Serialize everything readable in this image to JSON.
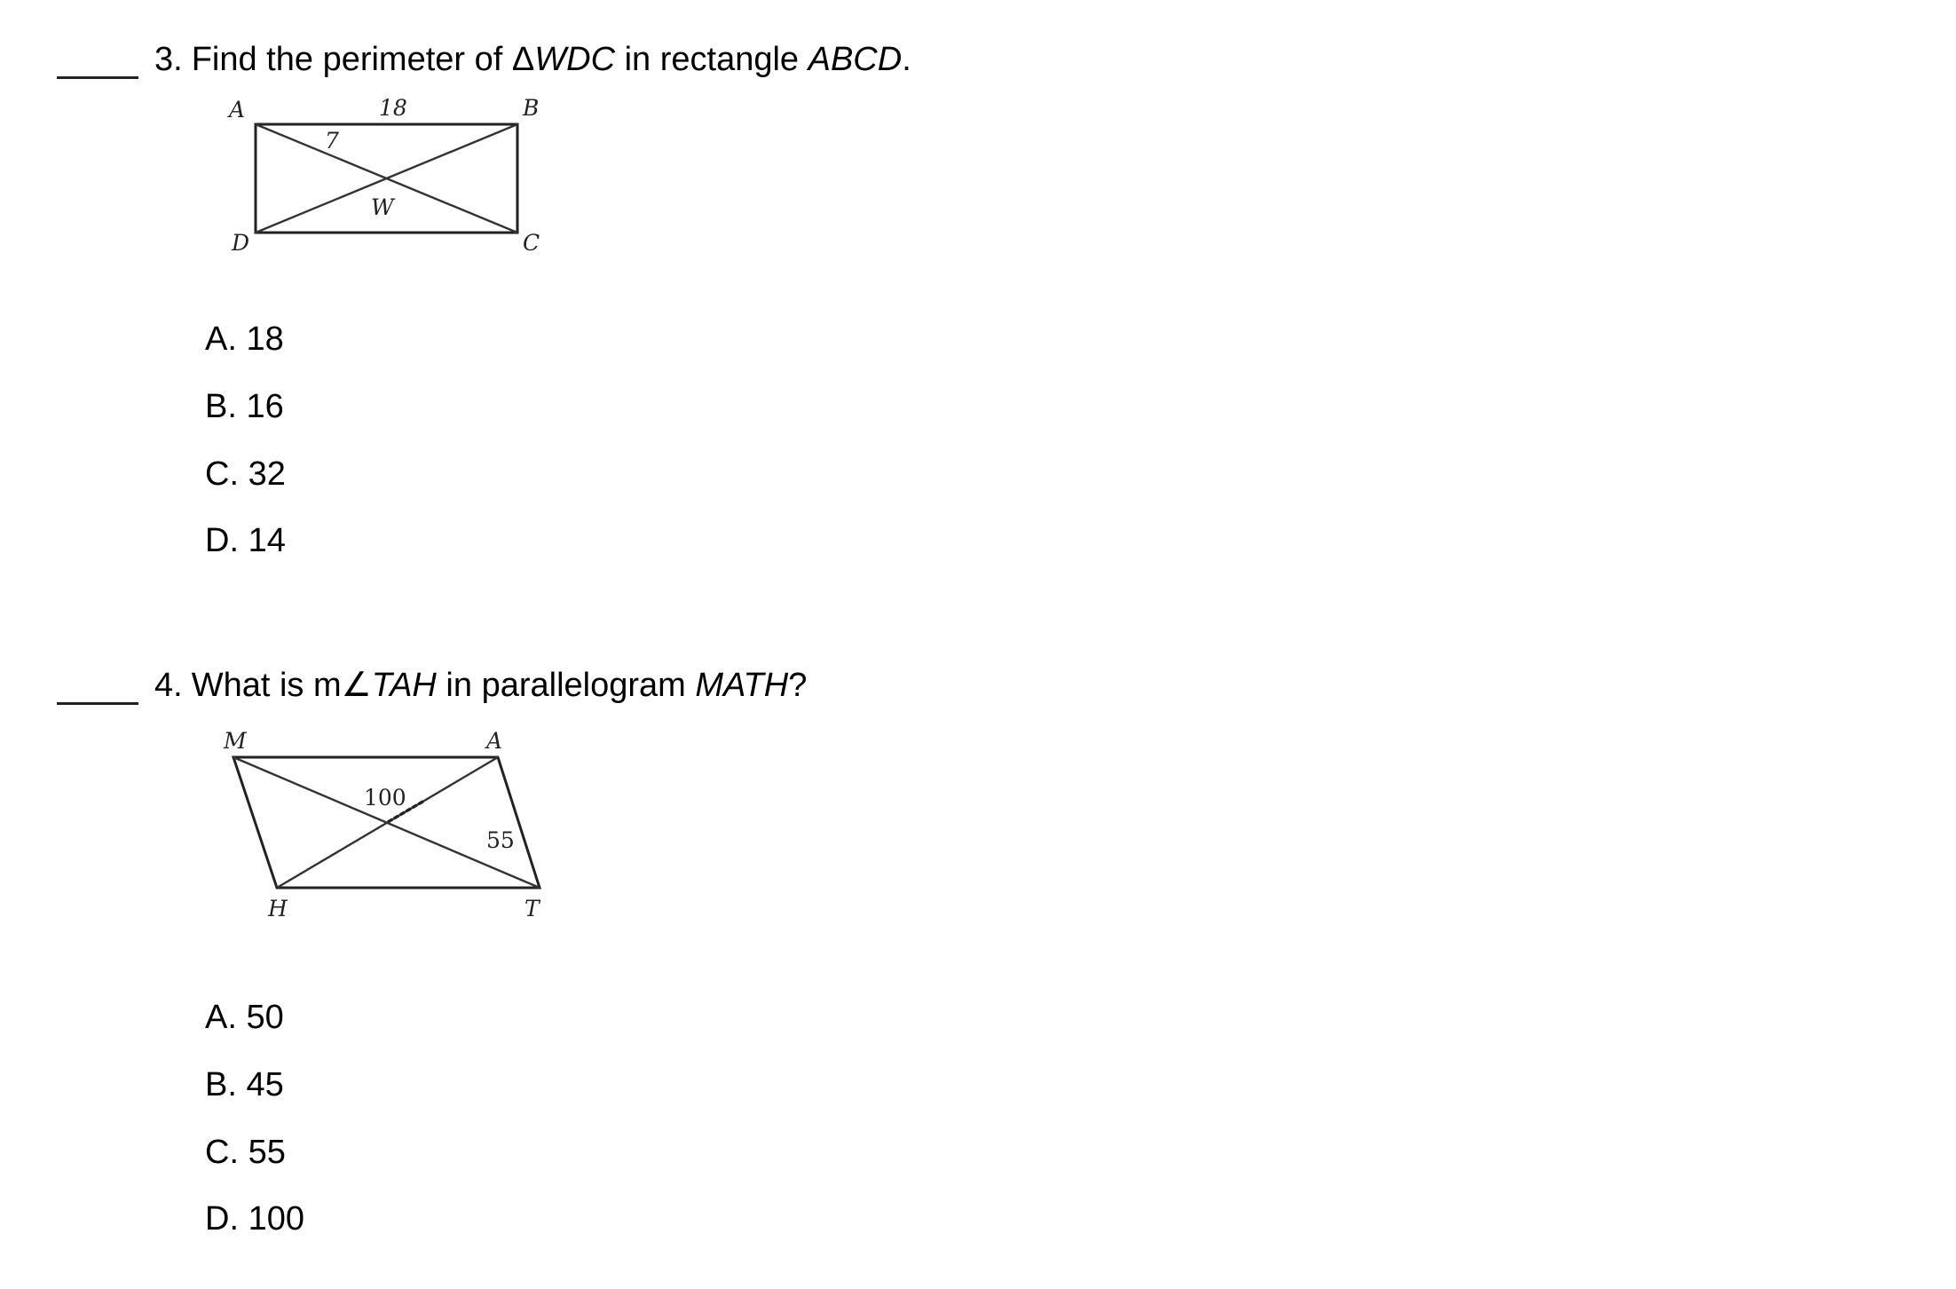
{
  "questions": [
    {
      "number": "3.",
      "text_parts": {
        "before": "Find the perimeter of ",
        "triangle_symbol": "Δ",
        "triangle_name": "WDC",
        "middle": " in rectangle ",
        "shape_name": "ABCD",
        "after": "."
      },
      "figure": {
        "type": "rectangle",
        "labels": {
          "A": "A",
          "B": "B",
          "C": "C",
          "D": "D",
          "W": "W",
          "side_ab": "18",
          "segment_aw": "7"
        }
      },
      "choices": [
        {
          "letter": "A.",
          "value": "18"
        },
        {
          "letter": "B.",
          "value": "16"
        },
        {
          "letter": "C.",
          "value": "32"
        },
        {
          "letter": "D.",
          "value": "14"
        }
      ]
    },
    {
      "number": "4.",
      "text_parts": {
        "before": "What is m",
        "angle_symbol": "∠",
        "angle_name": "TAH",
        "middle": " in parallelogram ",
        "shape_name": "MATH",
        "after": "?"
      },
      "figure": {
        "type": "parallelogram",
        "labels": {
          "M": "M",
          "A": "A",
          "T": "T",
          "H": "H",
          "center_angle": "100",
          "angle_at_t": "55"
        }
      },
      "choices": [
        {
          "letter": "A.",
          "value": "50"
        },
        {
          "letter": "B.",
          "value": "45"
        },
        {
          "letter": "C.",
          "value": "55"
        },
        {
          "letter": "D.",
          "value": "100"
        }
      ]
    }
  ]
}
